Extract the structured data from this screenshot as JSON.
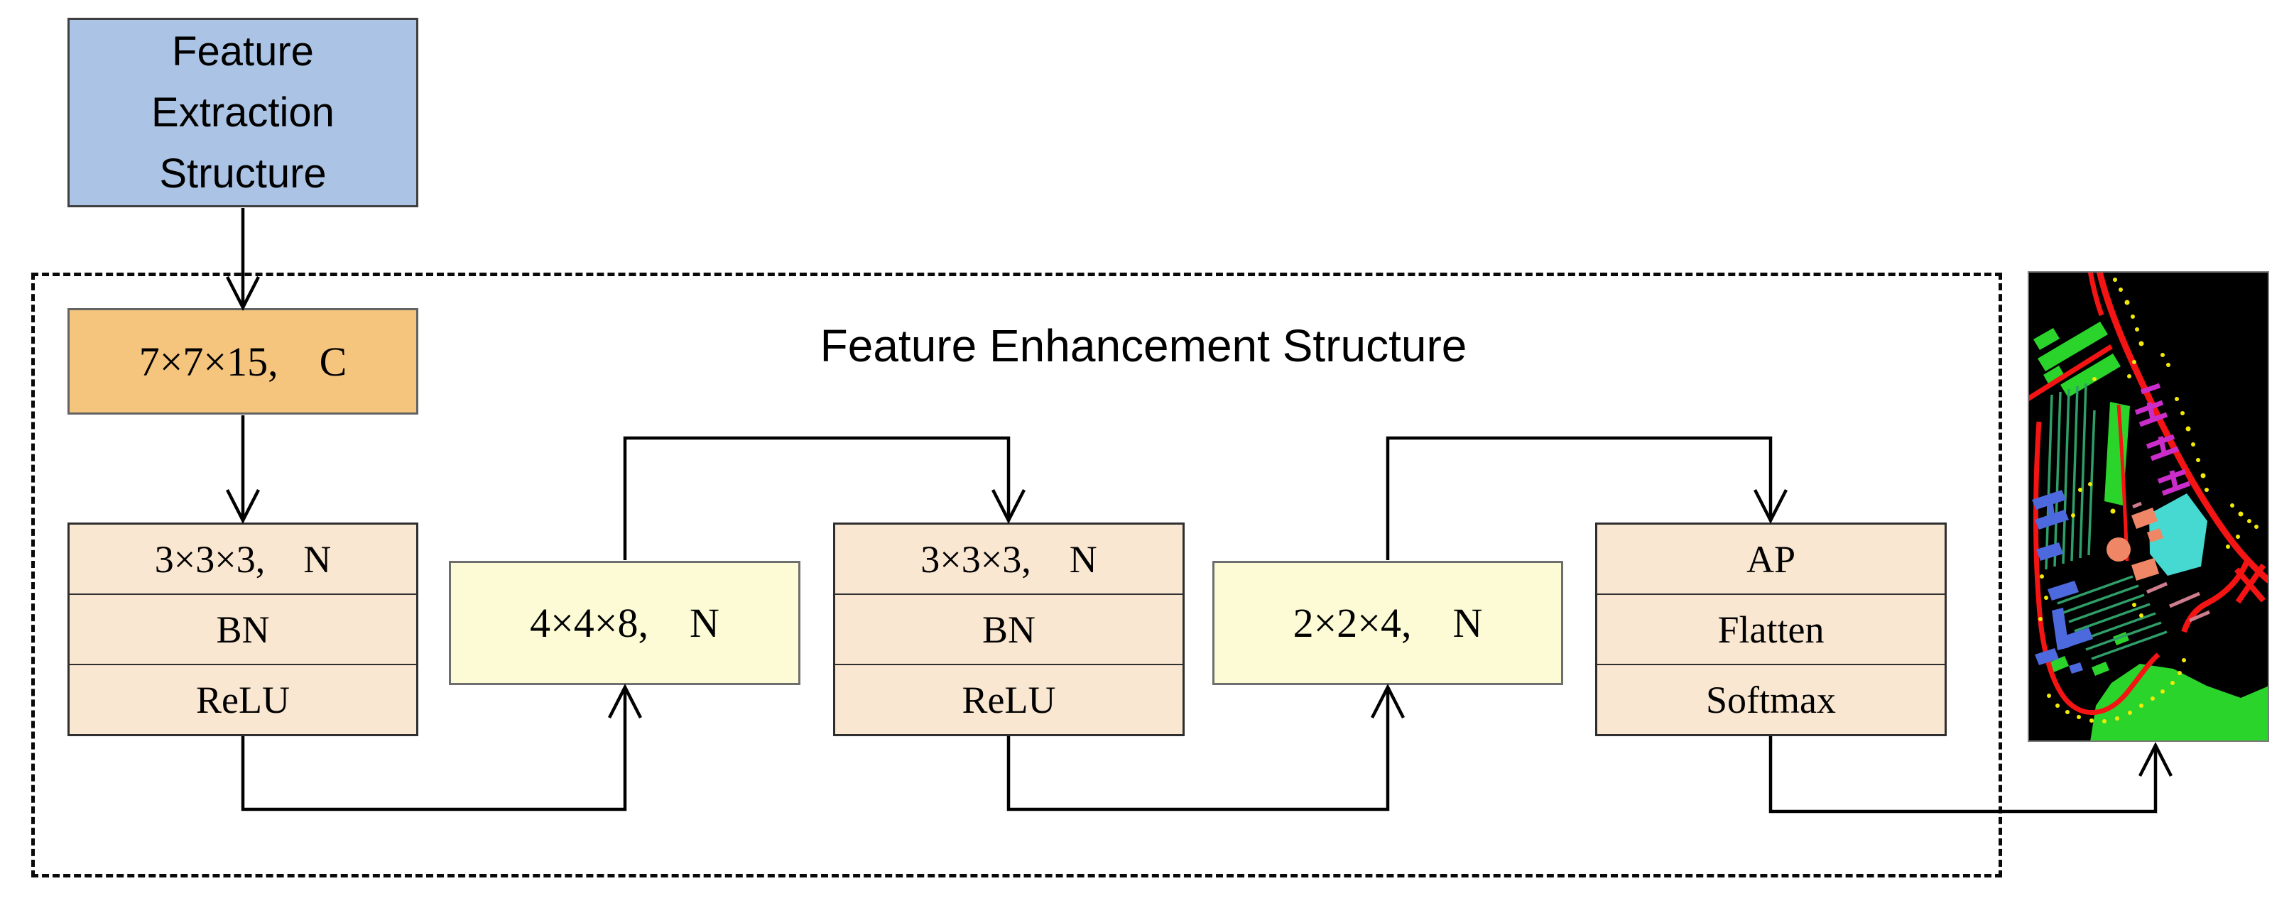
{
  "palette": {
    "extraction_fill": "#abc3e5",
    "conv_fill": "#f6c57d",
    "layer_fill": "#fae7d1",
    "pool_fill": "#fcfbd6",
    "line_color": "#000000",
    "map_colors": {
      "background": "#000000",
      "road_red": "#f51414",
      "meadow_green": "#2bd42b",
      "tree_teal": "#2f9e68",
      "gravel_magenta": "#cb2dcb",
      "metal_cyan": "#46d9d2",
      "brick_salmon": "#ef8766",
      "asphalt_blue": "#4c69de",
      "soil_pink": "#cd7d8c",
      "shadow_yellow": "#f3e908"
    }
  },
  "extraction_box": {
    "label": "Feature\nExtraction\nStructure"
  },
  "enhancement": {
    "title": "Feature Enhancement Structure"
  },
  "blocks": {
    "conv7": {
      "label": "7×7×15, C"
    },
    "stack1": {
      "rows": [
        "3×3×3, N",
        "BN",
        "ReLU"
      ]
    },
    "pool1": {
      "label": "4×4×8, N"
    },
    "stack2": {
      "rows": [
        "3×3×3, N",
        "BN",
        "ReLU"
      ]
    },
    "pool2": {
      "label": "2×2×4, N"
    },
    "head": {
      "rows": [
        "AP",
        "Flatten",
        "Softmax"
      ]
    }
  }
}
